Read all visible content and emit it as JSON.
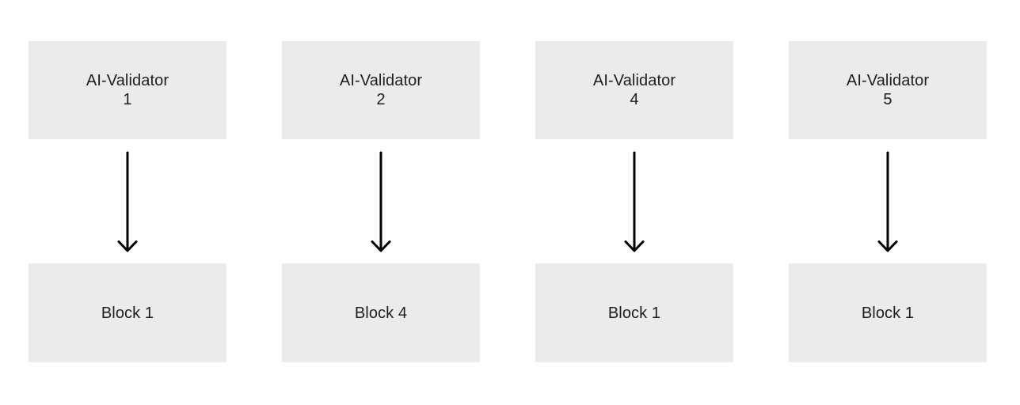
{
  "diagram": {
    "columns": [
      {
        "validator_name": "AI-Validator",
        "validator_number": "1",
        "block_label": "Block 1"
      },
      {
        "validator_name": "AI-Validator",
        "validator_number": "2",
        "block_label": "Block 4"
      },
      {
        "validator_name": "AI-Validator",
        "validator_number": "4",
        "block_label": "Block 1"
      },
      {
        "validator_name": "AI-Validator",
        "validator_number": "5",
        "block_label": "Block 1"
      }
    ],
    "colors": {
      "background": "#ffffff",
      "node_fill": "#ebebeb",
      "text": "#1e1e1e",
      "arrow": "#000000"
    }
  }
}
